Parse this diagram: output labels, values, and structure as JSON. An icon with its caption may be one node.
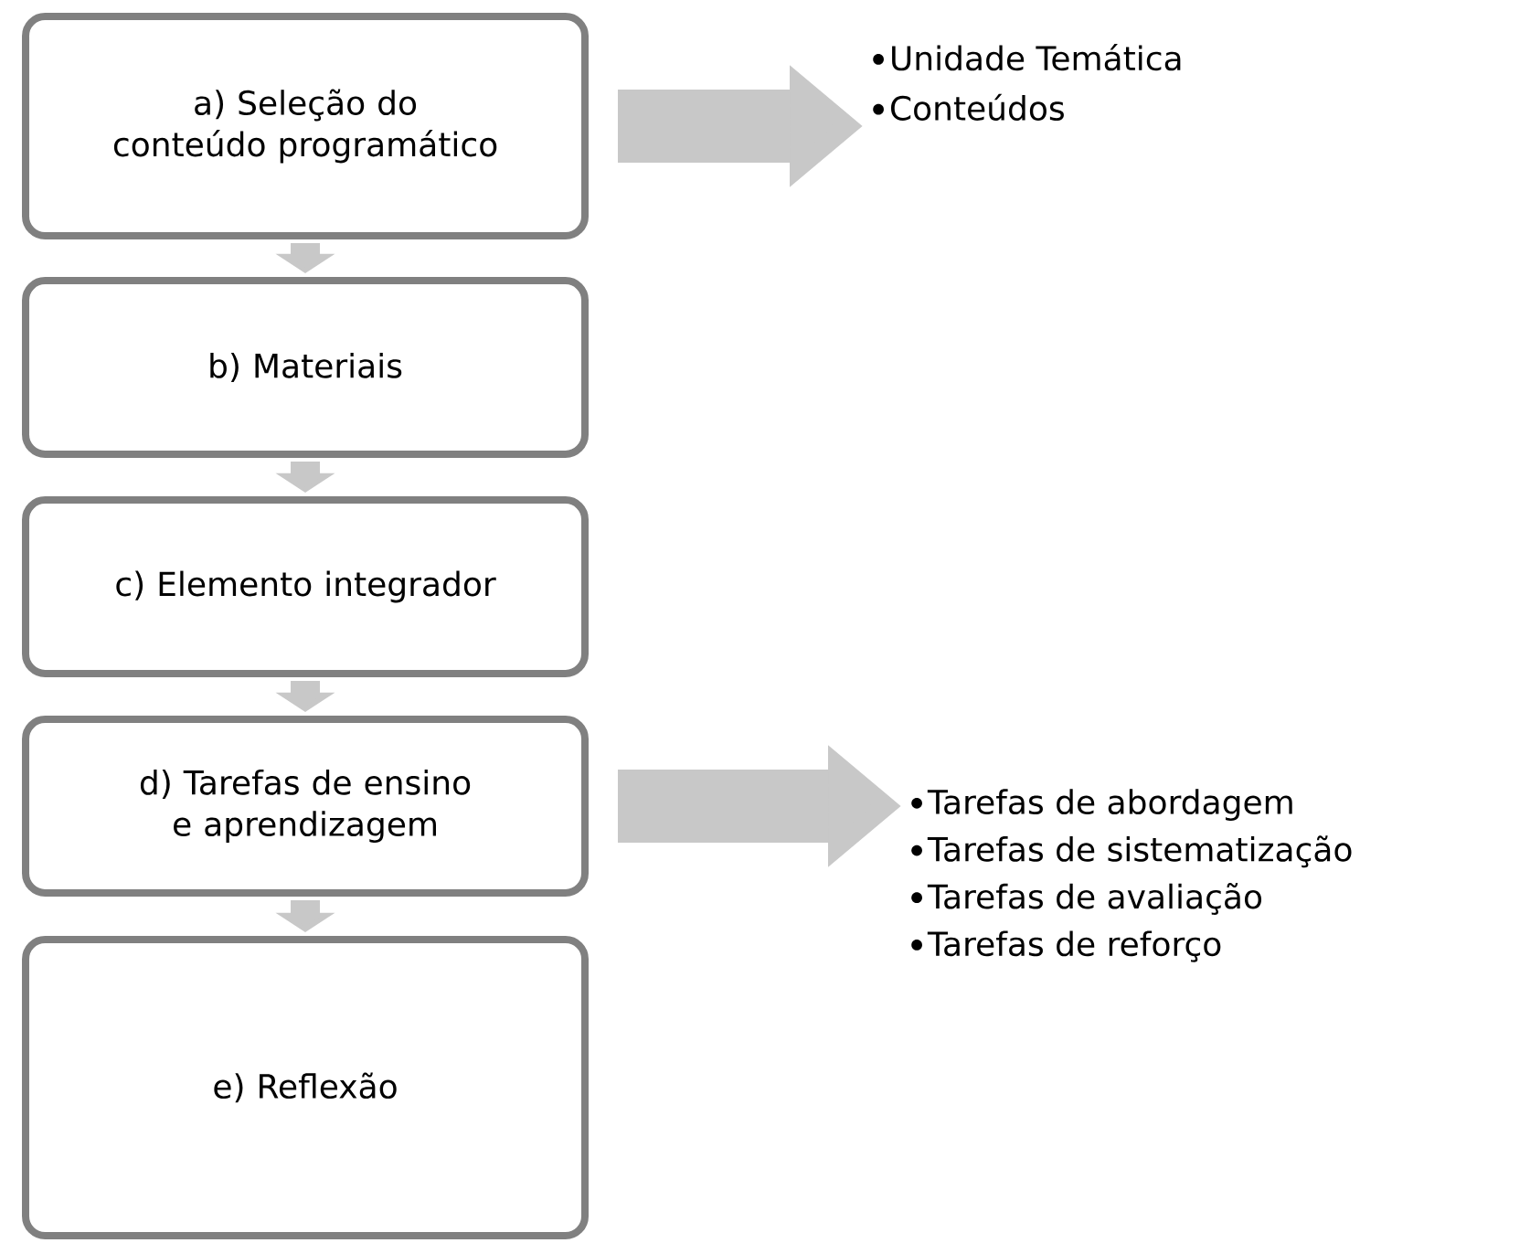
{
  "diagram": {
    "nodes": [
      {
        "text": [
          "a) Seleção do conteúdo programático"
        ]
      },
      {
        "text": [
          "b) Materiais"
        ]
      },
      {
        "text": [
          "c) Elemento integrador"
        ]
      },
      {
        "text": [
          "d) Tarefas de ensino e aprendizagem"
        ]
      },
      {
        "text": [
          "e) Reflexão"
        ]
      },
      {
        "text": [
          "Unidade Temática",
          "Conteúdos"
        ]
      },
      {
        "text": [
          "Tarefas de abordagem",
          "Tarefas de sistematização",
          "Tarefas de avaliação",
          "Tarefas de reforço"
        ]
      }
    ],
    "edges": [
      {
        "from": 0,
        "to": 1,
        "arrow": "to"
      },
      {
        "from": 1,
        "to": 2,
        "arrow": "to"
      },
      {
        "from": 2,
        "to": 3,
        "arrow": "to"
      },
      {
        "from": 3,
        "to": 4,
        "arrow": "to"
      },
      {
        "from": 0,
        "to": 5,
        "arrow": "to",
        "style": "thick"
      },
      {
        "from": 3,
        "to": 6,
        "arrow": "to",
        "style": "thick"
      }
    ]
  }
}
